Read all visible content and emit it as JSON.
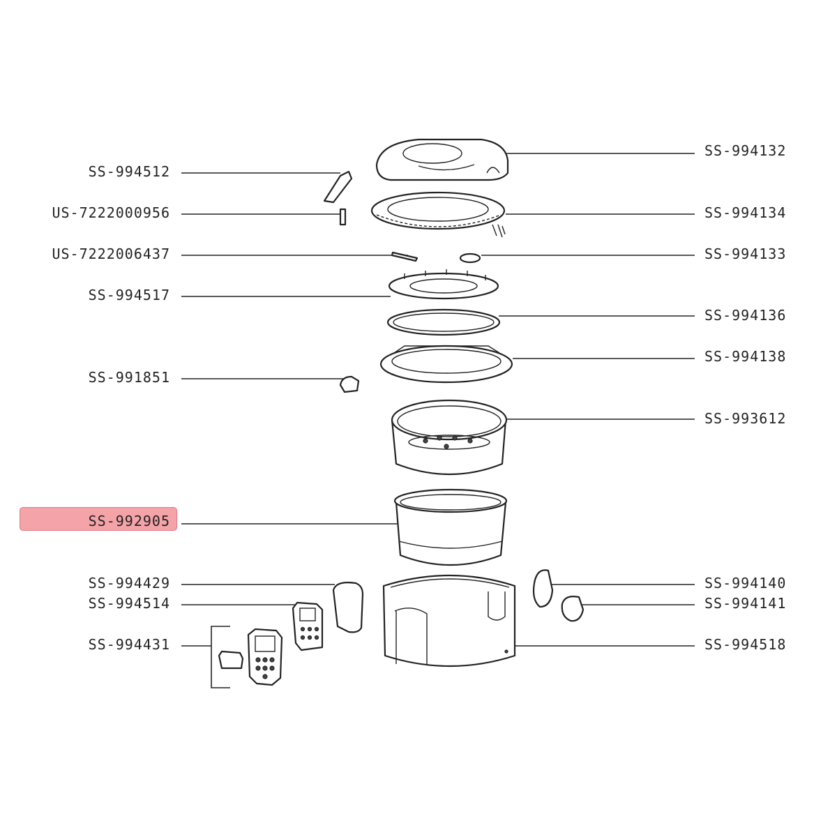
{
  "diagram": {
    "highlight_color": "#f4a3a8",
    "line_color": "#222222",
    "labels_left": [
      {
        "id": "994512",
        "text": "SS-994512"
      },
      {
        "id": "7222000956",
        "text": "US-7222000956"
      },
      {
        "id": "7222006437",
        "text": "US-7222006437"
      },
      {
        "id": "994517",
        "text": "SS-994517"
      },
      {
        "id": "991851",
        "text": "SS-991851"
      },
      {
        "id": "992905",
        "text": "SS-992905",
        "highlighted": true
      },
      {
        "id": "994429",
        "text": "SS-994429"
      },
      {
        "id": "994514",
        "text": "SS-994514"
      },
      {
        "id": "994431",
        "text": "SS-994431"
      }
    ],
    "labels_right": [
      {
        "id": "994132",
        "text": "SS-994132"
      },
      {
        "id": "994134",
        "text": "SS-994134"
      },
      {
        "id": "994133",
        "text": "SS-994133"
      },
      {
        "id": "994136",
        "text": "SS-994136"
      },
      {
        "id": "994138",
        "text": "SS-994138"
      },
      {
        "id": "993612",
        "text": "SS-993612"
      },
      {
        "id": "994140",
        "text": "SS-994140"
      },
      {
        "id": "994141",
        "text": "SS-994141"
      },
      {
        "id": "994518",
        "text": "SS-994518"
      }
    ]
  }
}
